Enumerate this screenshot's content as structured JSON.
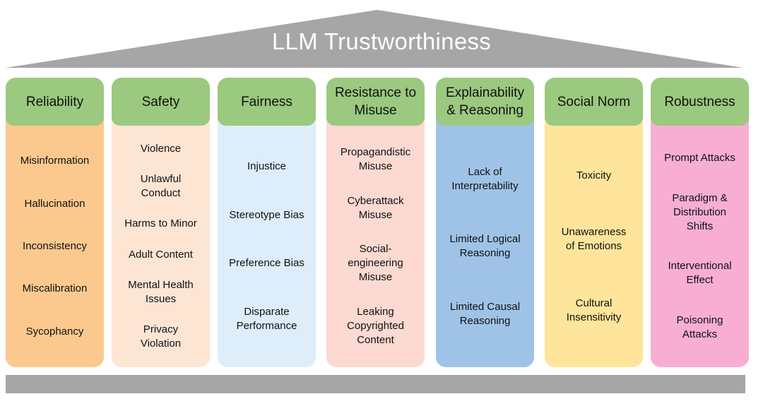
{
  "title": "LLM Trustworthiness",
  "colors": {
    "roof": "#a6a6a6",
    "cap": "#9bc97f",
    "base": "#a6a6a6"
  },
  "pillars": [
    {
      "label": "Reliability",
      "color": "#fbc98e",
      "items": [
        "Misinformation",
        "Hallucination",
        "Inconsistency",
        "Miscalibration",
        "Sycophancy"
      ]
    },
    {
      "label": "Safety",
      "color": "#fde5d4",
      "items": [
        "Violence",
        "Unlawful\nConduct",
        "Harms to Minor",
        "Adult Content",
        "Mental Health\nIssues",
        "Privacy\nViolation"
      ]
    },
    {
      "label": "Fairness",
      "color": "#ddeefa",
      "items": [
        "Injustice",
        "Stereotype Bias",
        "Preference Bias",
        "Disparate\nPerformance"
      ]
    },
    {
      "label": "Resistance to\nMisuse",
      "color": "#fcd9d1",
      "items": [
        "Propagandistic\nMisuse",
        "Cyberattack\nMisuse",
        "Social-\nengineering\nMisuse",
        "Leaking\nCopyrighted\nContent"
      ]
    },
    {
      "label": "Explainability\n& Reasoning",
      "color": "#9fc3e6",
      "items": [
        "Lack of\nInterpretability",
        "Limited Logical\nReasoning",
        "Limited Causal\nReasoning"
      ]
    },
    {
      "label": "Social Norm",
      "color": "#fee59b",
      "items": [
        "Toxicity",
        "Unawareness\nof Emotions",
        "Cultural\nInsensitivity"
      ]
    },
    {
      "label": "Robustness",
      "color": "#f7aed2",
      "items": [
        "Prompt Attacks",
        "Paradigm &\nDistribution\nShifts",
        "Interventional\nEffect",
        "Poisoning\nAttacks"
      ]
    }
  ]
}
